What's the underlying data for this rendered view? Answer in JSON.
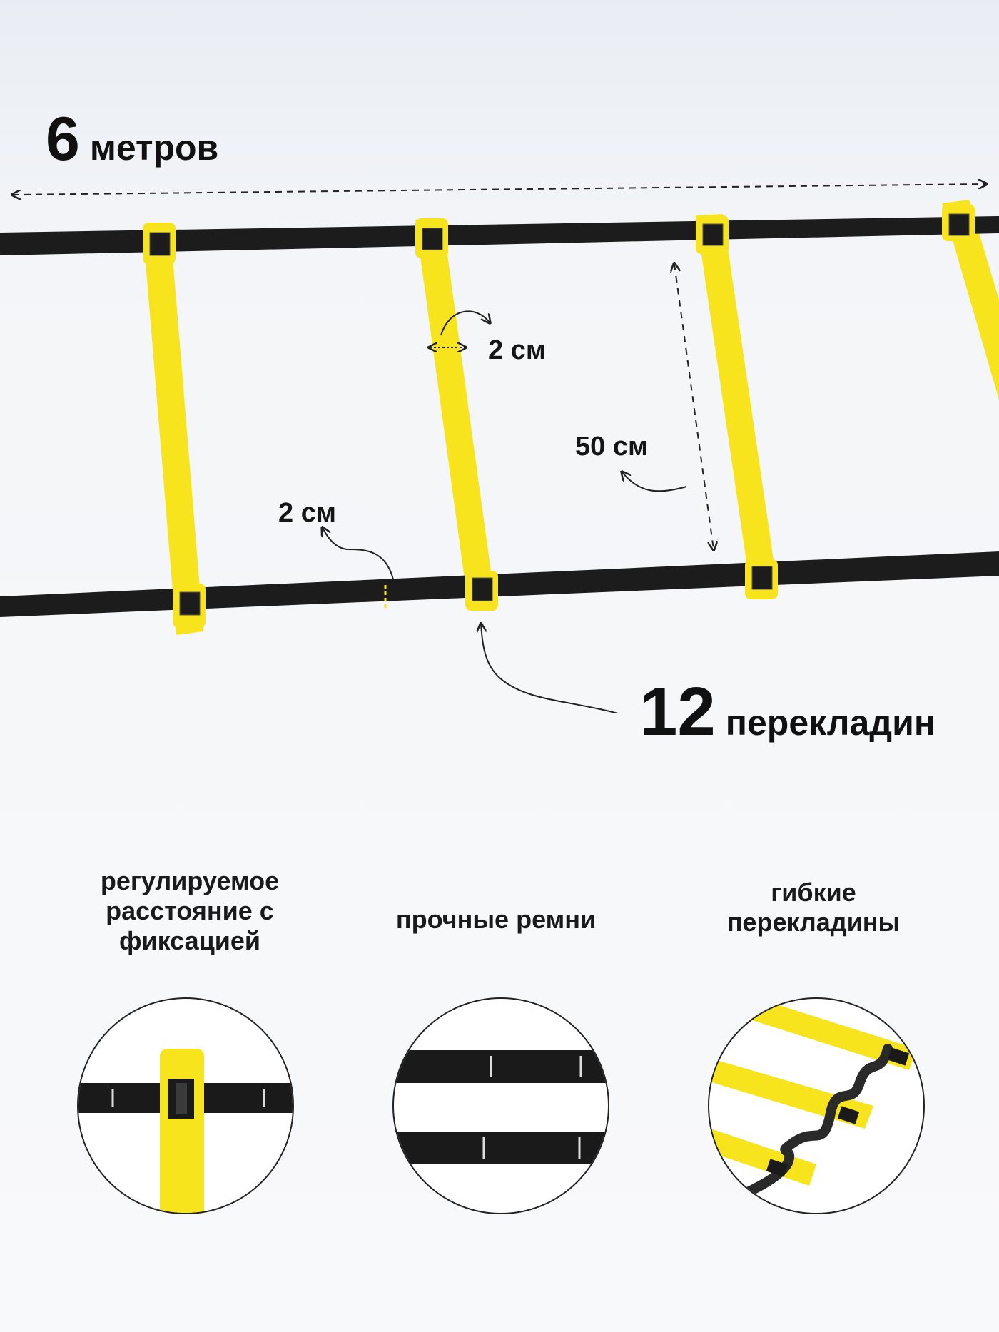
{
  "headline_length": {
    "number": "6",
    "unit": "метров"
  },
  "dimensions": {
    "rung_width": "2 см",
    "rung_spacing": "50 см",
    "strap_width": "2 см"
  },
  "rungs_count": {
    "number": "12",
    "unit": "перекладин"
  },
  "features": [
    {
      "label": "регулируемое расстояние с фиксацией",
      "icon": "adjustable-lock-icon"
    },
    {
      "label": "прочные ремни",
      "icon": "strap-icon"
    },
    {
      "label": "гибкие перекладины",
      "icon": "flexible-rungs-icon"
    }
  ],
  "colors": {
    "strap": "#1c1c1c",
    "rung": "#f7e41c",
    "text": "#111111"
  }
}
